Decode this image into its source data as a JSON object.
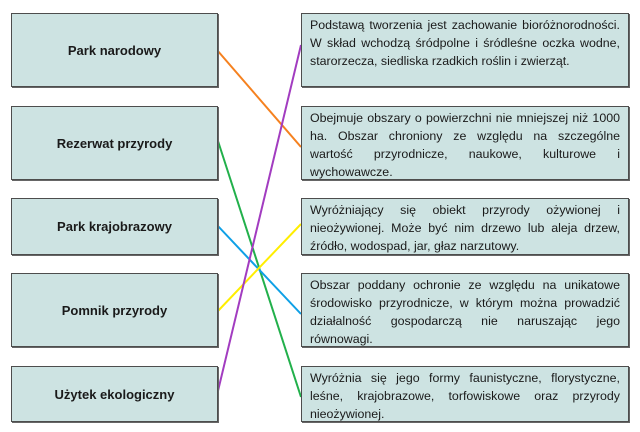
{
  "terms": [
    {
      "label": "Park narodowy"
    },
    {
      "label": "Rezerwat przyrody"
    },
    {
      "label": "Park krajobrazowy"
    },
    {
      "label": "Pomnik przyrody"
    },
    {
      "label": "Użytek ekologiczny"
    }
  ],
  "definitions": [
    {
      "text": "Podstawą tworzenia jest zachowanie bioróżnorodności. W skład wchodzą śródpolne i śródleśne oczka wodne, starorzecza, siedliska rzadkich roślin i zwierząt."
    },
    {
      "text": "Obejmuje obszary o powierzchni nie mniejszej niż 1000 ha. Obszar chroniony ze względu na szczególne wartość przyrodnicze, naukowe, kulturowe i wychowawcze."
    },
    {
      "text": "Wyróżniający się obiekt przyrody ożywionej i nieożywionej. Może być nim drzewo lub aleja drzew, źródło, wodospad, jar, głaz narzutowy."
    },
    {
      "text": "Obszar poddany ochronie ze względu na unikatowe środowisko przyrodnicze, w którym można prowadzić działalność gospodarczą nie naruszając jego równowagi."
    },
    {
      "text": "Wyróżnia się jego formy faunistyczne, florystyczne, leśne, krajobrazowe, torfowiskowe oraz przyrody nieożywionej."
    }
  ],
  "connections": [
    {
      "term": 0,
      "definition": 1,
      "color": "#f5811f"
    },
    {
      "term": 1,
      "definition": 4,
      "color": "#22b04b"
    },
    {
      "term": 2,
      "definition": 3,
      "color": "#0ea0e6"
    },
    {
      "term": 3,
      "definition": 2,
      "color": "#ffee00"
    },
    {
      "term": 4,
      "definition": 0,
      "color": "#a23cc0"
    }
  ]
}
